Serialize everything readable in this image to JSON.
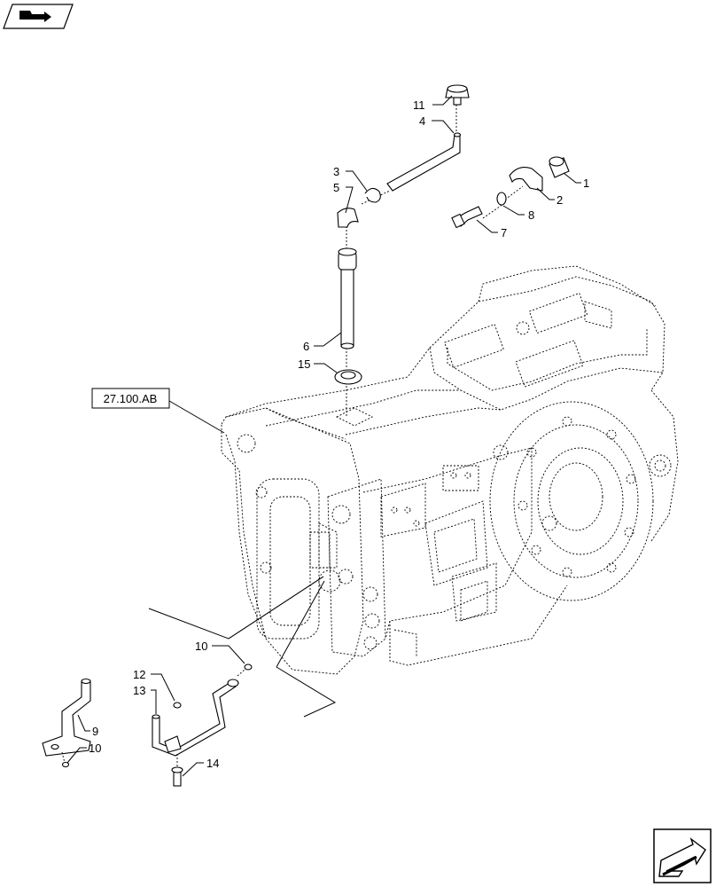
{
  "reference_box": {
    "text": "27.100.AB"
  },
  "part_labels": {
    "p1": "1",
    "p2": "2",
    "p3": "3",
    "p4": "4",
    "p5": "5",
    "p6": "6",
    "p7": "7",
    "p8": "8",
    "p9": "9",
    "p10a": "10",
    "p10b": "10",
    "p11": "11",
    "p12": "12",
    "p13": "13",
    "p14": "14",
    "p15": "15"
  },
  "icons": {
    "top_left": "book-arrow-icon",
    "bottom_right": "next-page-arrow-icon"
  }
}
